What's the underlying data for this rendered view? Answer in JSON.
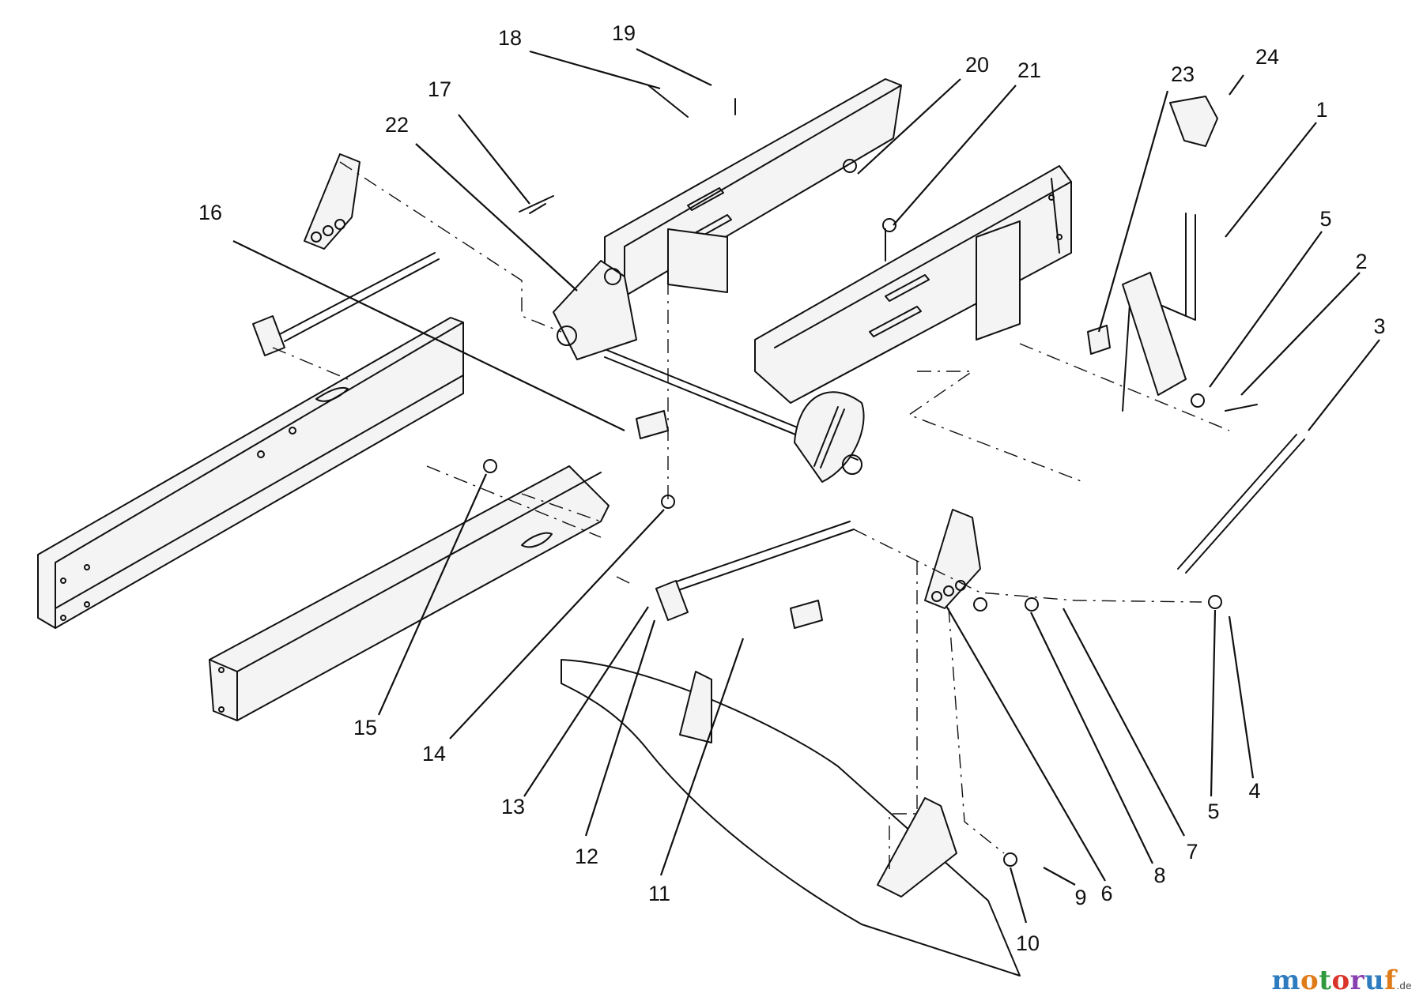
{
  "callouts": [
    {
      "id": "c1",
      "label": "1"
    },
    {
      "id": "c2",
      "label": "2"
    },
    {
      "id": "c3",
      "label": "3"
    },
    {
      "id": "c4",
      "label": "4"
    },
    {
      "id": "c5a",
      "label": "5"
    },
    {
      "id": "c5b",
      "label": "5"
    },
    {
      "id": "c6",
      "label": "6"
    },
    {
      "id": "c7",
      "label": "7"
    },
    {
      "id": "c8",
      "label": "8"
    },
    {
      "id": "c9",
      "label": "9"
    },
    {
      "id": "c10",
      "label": "10"
    },
    {
      "id": "c11",
      "label": "11"
    },
    {
      "id": "c12",
      "label": "12"
    },
    {
      "id": "c13",
      "label": "13"
    },
    {
      "id": "c14",
      "label": "14"
    },
    {
      "id": "c15",
      "label": "15"
    },
    {
      "id": "c16",
      "label": "16"
    },
    {
      "id": "c17",
      "label": "17"
    },
    {
      "id": "c18",
      "label": "18"
    },
    {
      "id": "c19",
      "label": "19"
    },
    {
      "id": "c20",
      "label": "20"
    },
    {
      "id": "c21",
      "label": "21"
    },
    {
      "id": "c22",
      "label": "22"
    },
    {
      "id": "c23",
      "label": "23"
    },
    {
      "id": "c24",
      "label": "24"
    }
  ],
  "watermark": {
    "letters": [
      "m",
      "o",
      "t",
      "o",
      "r",
      "u",
      "f"
    ],
    "letter_colors": [
      "#2e7bbf",
      "#e07b1a",
      "#2e9a3c",
      "#d9352b",
      "#8a3fb0",
      "#2e7bbf",
      "#e07b1a"
    ],
    "suffix": ".de"
  }
}
